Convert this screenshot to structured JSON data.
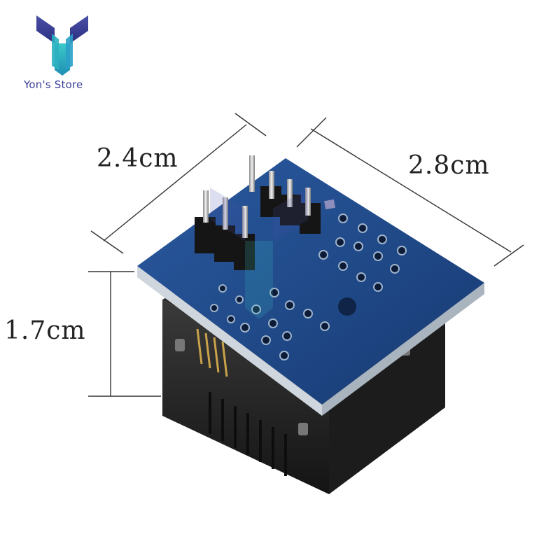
{
  "store": {
    "name": "Yon's Store",
    "brand_colors": [
      "#4a4fa8",
      "#2fb6c2"
    ]
  },
  "dimensions": {
    "width_label": "2.4cm",
    "depth_label": "2.8cm",
    "height_label": "1.7cm"
  },
  "product": {
    "socket_color": "#222222",
    "pcb_color": "#1f4a8c"
  },
  "watermark": {
    "text": "Yon's Store"
  }
}
